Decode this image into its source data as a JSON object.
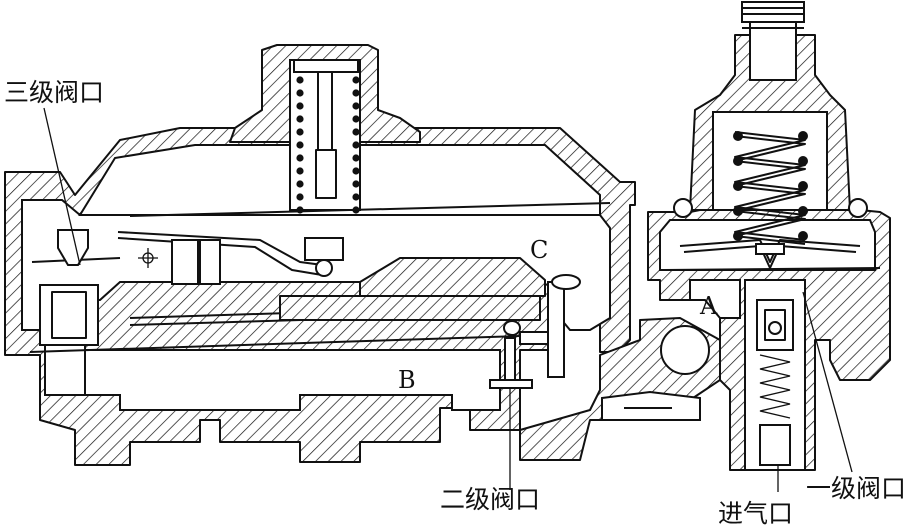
{
  "labels": {
    "third_stage_valve": "三级阀口",
    "second_stage_valve": "二级阀口",
    "first_stage_valve": "一级阀口",
    "gas_inlet": "进气口",
    "chamber_a": "A",
    "chamber_b": "B",
    "chamber_c": "C"
  }
}
